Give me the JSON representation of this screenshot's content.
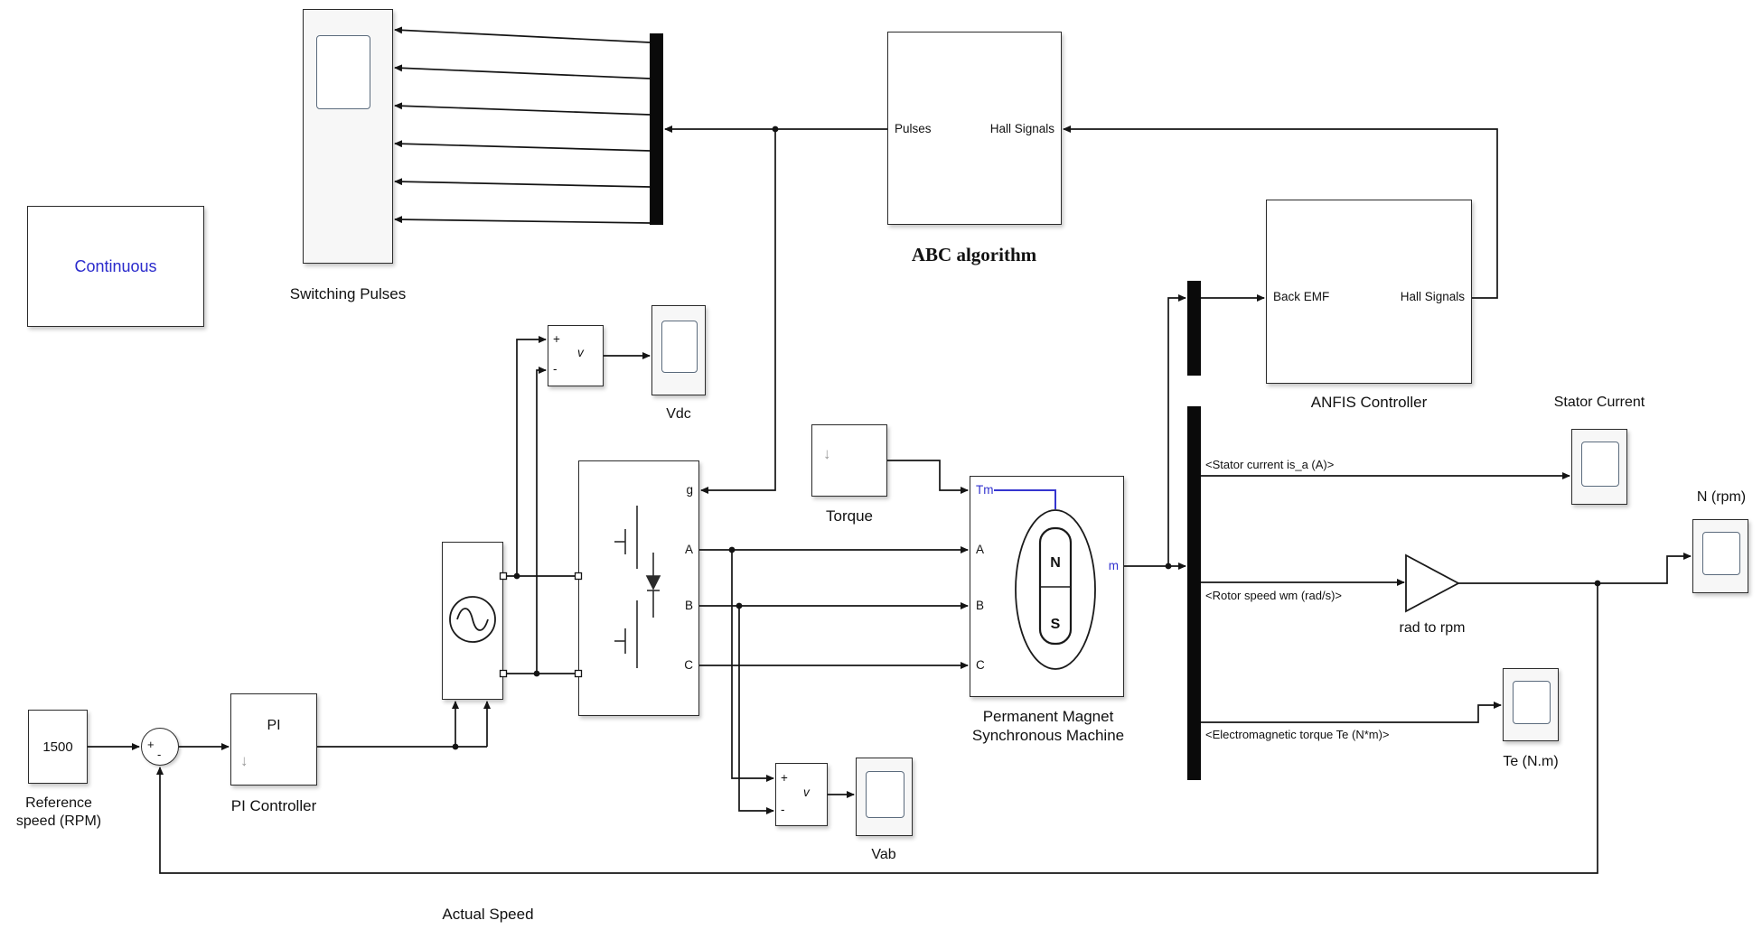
{
  "blocks": {
    "continuous": {
      "label": "Continuous"
    },
    "switching_pulses": {
      "label": "Switching Pulses"
    },
    "abc": {
      "label": "ABC algorithm",
      "port_pulses": "Pulses",
      "port_hall": "Hall Signals"
    },
    "anfis": {
      "label": "ANFIS Controller",
      "port_back_emf": "Back EMF",
      "port_hall": "Hall Signals"
    },
    "stator_scope": {
      "label": "Stator Current"
    },
    "n_scope": {
      "label": "N (rpm)"
    },
    "te_scope": {
      "label": "Te (N.m)"
    },
    "vdc": {
      "label": "Vdc"
    },
    "vab": {
      "label": "Vab"
    },
    "vm": {
      "plus": "+",
      "minus": "-",
      "v": "v"
    },
    "torque": {
      "label": "Torque"
    },
    "pmsm": {
      "label1": "Permanent Magnet",
      "label2": "Synchronous Machine",
      "tm": "Tm",
      "a": "A",
      "b": "B",
      "c": "C",
      "m": "m",
      "n": "N",
      "s": "S"
    },
    "inverter": {
      "g": "g",
      "a": "A",
      "b": "B",
      "c": "C"
    },
    "pi": {
      "text": "PI",
      "label": "PI Controller"
    },
    "reference": {
      "value": "1500",
      "label1": "Reference",
      "label2": "speed (RPM)"
    },
    "sum": {
      "plus": "+",
      "minus": "-"
    },
    "gain": {
      "label": "rad to rpm"
    }
  },
  "signals": {
    "stator": "<Stator current is_a (A)>",
    "rotor": "<Rotor speed wm (rad/s)>",
    "torque": "<Electromagnetic torque Te (N*m)>",
    "actual": "Actual Speed"
  },
  "colors": {
    "accent_blue": "#2a2acc",
    "wire": "#141414"
  }
}
